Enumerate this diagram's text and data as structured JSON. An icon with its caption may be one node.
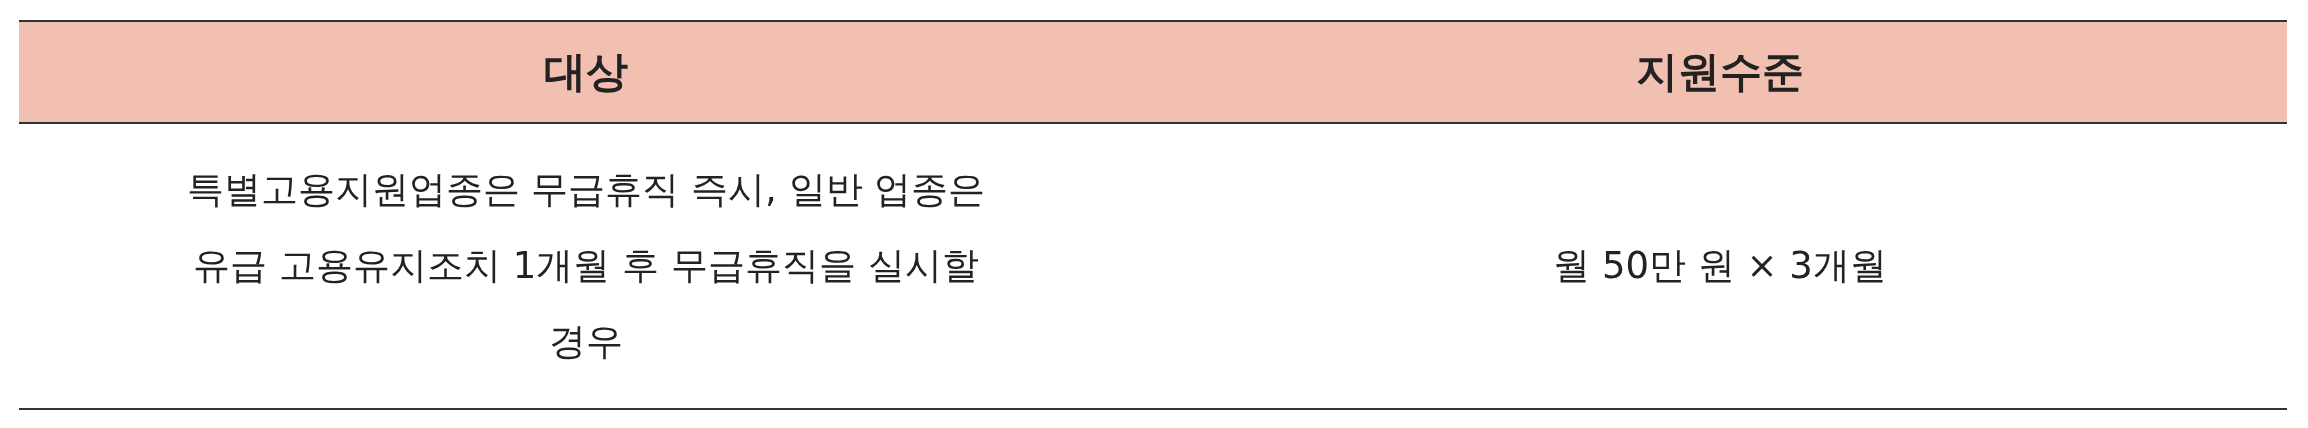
{
  "diagram": {
    "labels": [
      "대상",
      "지원수준",
      "특별고용지원업종은 무급휴직 즉시, 일반 업종은 유급 고용유지조치 1개월 후 무급휴직을 실시할 경우",
      "월 50만 원 × 3개월"
    ]
  }
}
